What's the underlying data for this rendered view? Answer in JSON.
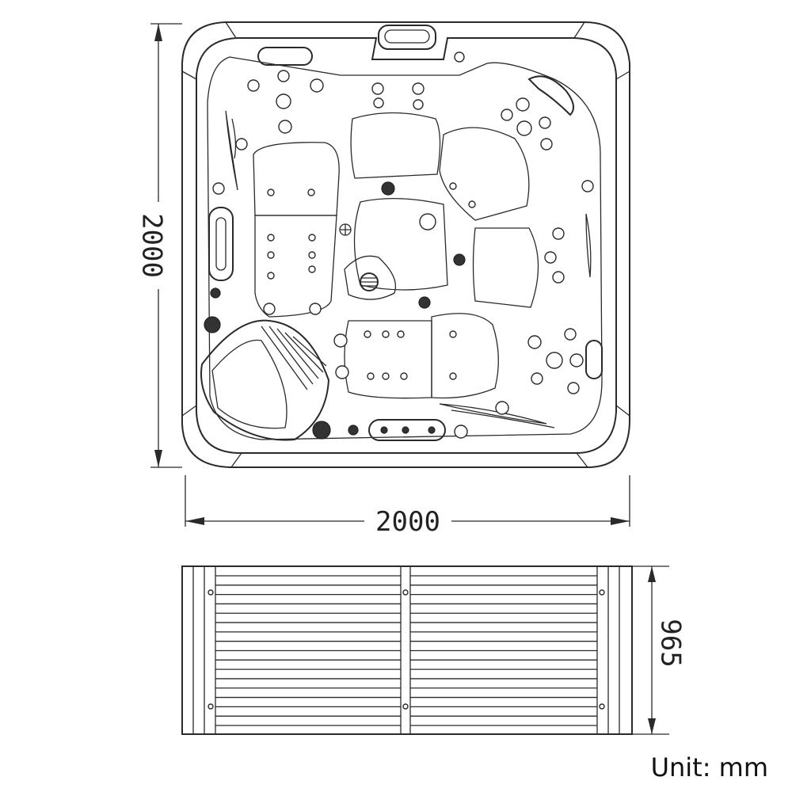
{
  "top_view": {
    "width_label": "2000",
    "depth_label": "2000"
  },
  "side_view": {
    "height_label": "965"
  },
  "unit_label": "Unit: mm",
  "colors": {
    "line": "#2a2a2a",
    "background": "#ffffff"
  }
}
